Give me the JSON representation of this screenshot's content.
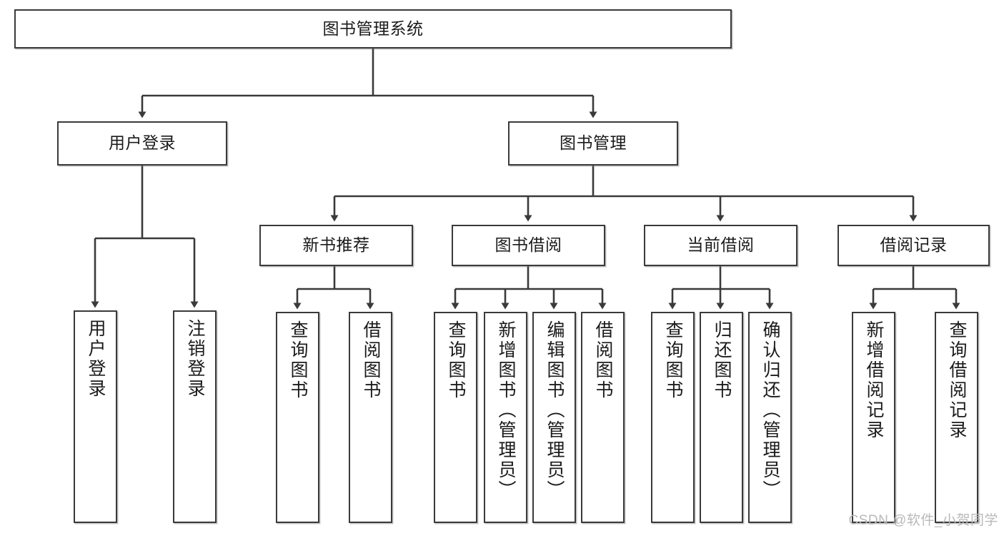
{
  "diagram": {
    "title_node": {
      "label": "图书管理系统"
    },
    "level2": [
      {
        "key": "user-login",
        "label": "用户登录"
      },
      {
        "key": "book-manage",
        "label": "图书管理"
      }
    ],
    "level3": [
      {
        "key": "new-book-recommend",
        "label": "新书推荐"
      },
      {
        "key": "book-borrow",
        "label": "图书借阅"
      },
      {
        "key": "current-borrow",
        "label": "当前借阅"
      },
      {
        "key": "borrow-record",
        "label": "借阅记录"
      }
    ],
    "leaves": [
      {
        "key": "leaf-user-login",
        "label": "用户登录"
      },
      {
        "key": "leaf-logout-login",
        "label": "注销登录"
      },
      {
        "key": "leaf-query-book-1",
        "label": "查询图书"
      },
      {
        "key": "leaf-borrow-book-1",
        "label": "借阅图书"
      },
      {
        "key": "leaf-query-book-2",
        "label": "查询图书"
      },
      {
        "key": "leaf-add-book",
        "label": "新增图书（管理员）"
      },
      {
        "key": "leaf-edit-book",
        "label": "编辑图书（管理员）"
      },
      {
        "key": "leaf-borrow-book-2",
        "label": "借阅图书"
      },
      {
        "key": "leaf-query-book-3",
        "label": "查询图书"
      },
      {
        "key": "leaf-return-book",
        "label": "归还图书"
      },
      {
        "key": "leaf-confirm-return",
        "label": "确认归还（管理员）"
      },
      {
        "key": "leaf-add-record",
        "label": "新增借阅记录"
      },
      {
        "key": "leaf-query-record",
        "label": "查询借阅记录"
      }
    ]
  },
  "watermark": {
    "text": "CSDN @软件_小贺同学"
  },
  "colors": {
    "stroke": "#3a3a3a",
    "box_fill": "#ffffff",
    "text": "#1b1b1b",
    "watermark": "#b9b9b9"
  }
}
